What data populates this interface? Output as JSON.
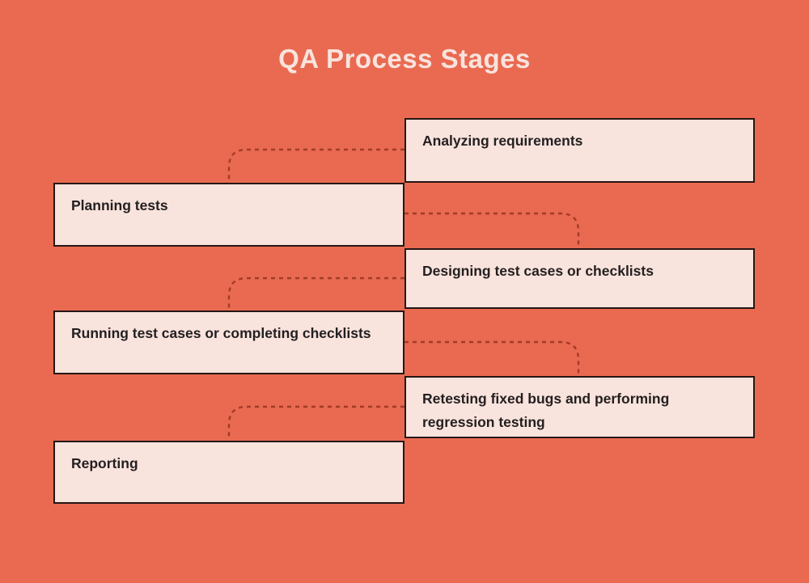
{
  "title": "QA Process Stages",
  "stages": [
    {
      "id": 1,
      "label": "Analyzing requirements",
      "side": "right"
    },
    {
      "id": 2,
      "label": "Planning tests",
      "side": "left"
    },
    {
      "id": 3,
      "label": "Designing test cases or checklists",
      "side": "right"
    },
    {
      "id": 4,
      "label": "Running test cases or completing checklists",
      "side": "left"
    },
    {
      "id": 5,
      "label": "Retesting fixed bugs and performing regression testing",
      "side": "right"
    },
    {
      "id": 6,
      "label": "Reporting",
      "side": "left"
    }
  ],
  "connectors": [
    {
      "from": "Analyzing requirements",
      "to": "Planning tests",
      "style": "dashed-elbow"
    },
    {
      "from": "Planning tests",
      "to": "Designing test cases or checklists",
      "style": "dashed-elbow"
    },
    {
      "from": "Designing test cases or checklists",
      "to": "Running test cases or completing checklists",
      "style": "dashed-elbow"
    },
    {
      "from": "Running test cases or completing checklists",
      "to": "Retesting fixed bugs and performing regression testing",
      "style": "dashed-elbow"
    },
    {
      "from": "Retesting fixed bugs and performing regression testing",
      "to": "Reporting",
      "style": "dashed-elbow"
    }
  ],
  "colors": {
    "background": "#E96A51",
    "box_fill": "#F9E3DD",
    "box_border": "#241713",
    "box_text": "#231F20",
    "title_text": "#F9E3DD",
    "connector": "#A23B29"
  }
}
